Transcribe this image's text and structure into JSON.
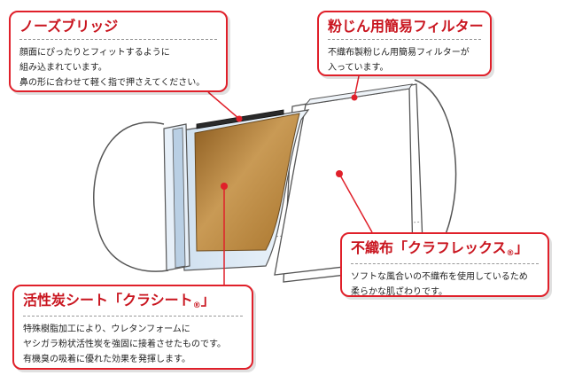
{
  "callouts": {
    "nose_bridge": {
      "title": "ノーズブリッジ",
      "lines": [
        "顔面にぴったりとフィットするように",
        "組み込まれています。",
        "鼻の形に合わせて軽く指で押さえてください。"
      ]
    },
    "dust_filter": {
      "title": "粉じん用簡易フィルター",
      "lines": [
        "不織布製粉じん用簡易フィルターが",
        "入っています。"
      ]
    },
    "carbon_sheet": {
      "title_main": "活性炭シート「クラシート",
      "title_mark": "®",
      "title_end": "」",
      "lines": [
        "特殊樹脂加工により、ウレタンフォームに",
        "ヤシガラ粉状活性炭を強固に接着させたものです。",
        "有機臭の吸着に優れた効果を発揮します。"
      ]
    },
    "nonwoven": {
      "title_main": "不織布「クラフレックス",
      "title_mark": "®",
      "title_end": "」",
      "lines": [
        "ソフトな風合いの不織布を使用しているため",
        "柔らかな肌ざわりです。"
      ]
    }
  },
  "colors": {
    "accent_red": "#e0202a",
    "carbon_brown": "#b07a2f",
    "filter_blue": "#dbe8f3",
    "outline_gray": "#555555"
  }
}
